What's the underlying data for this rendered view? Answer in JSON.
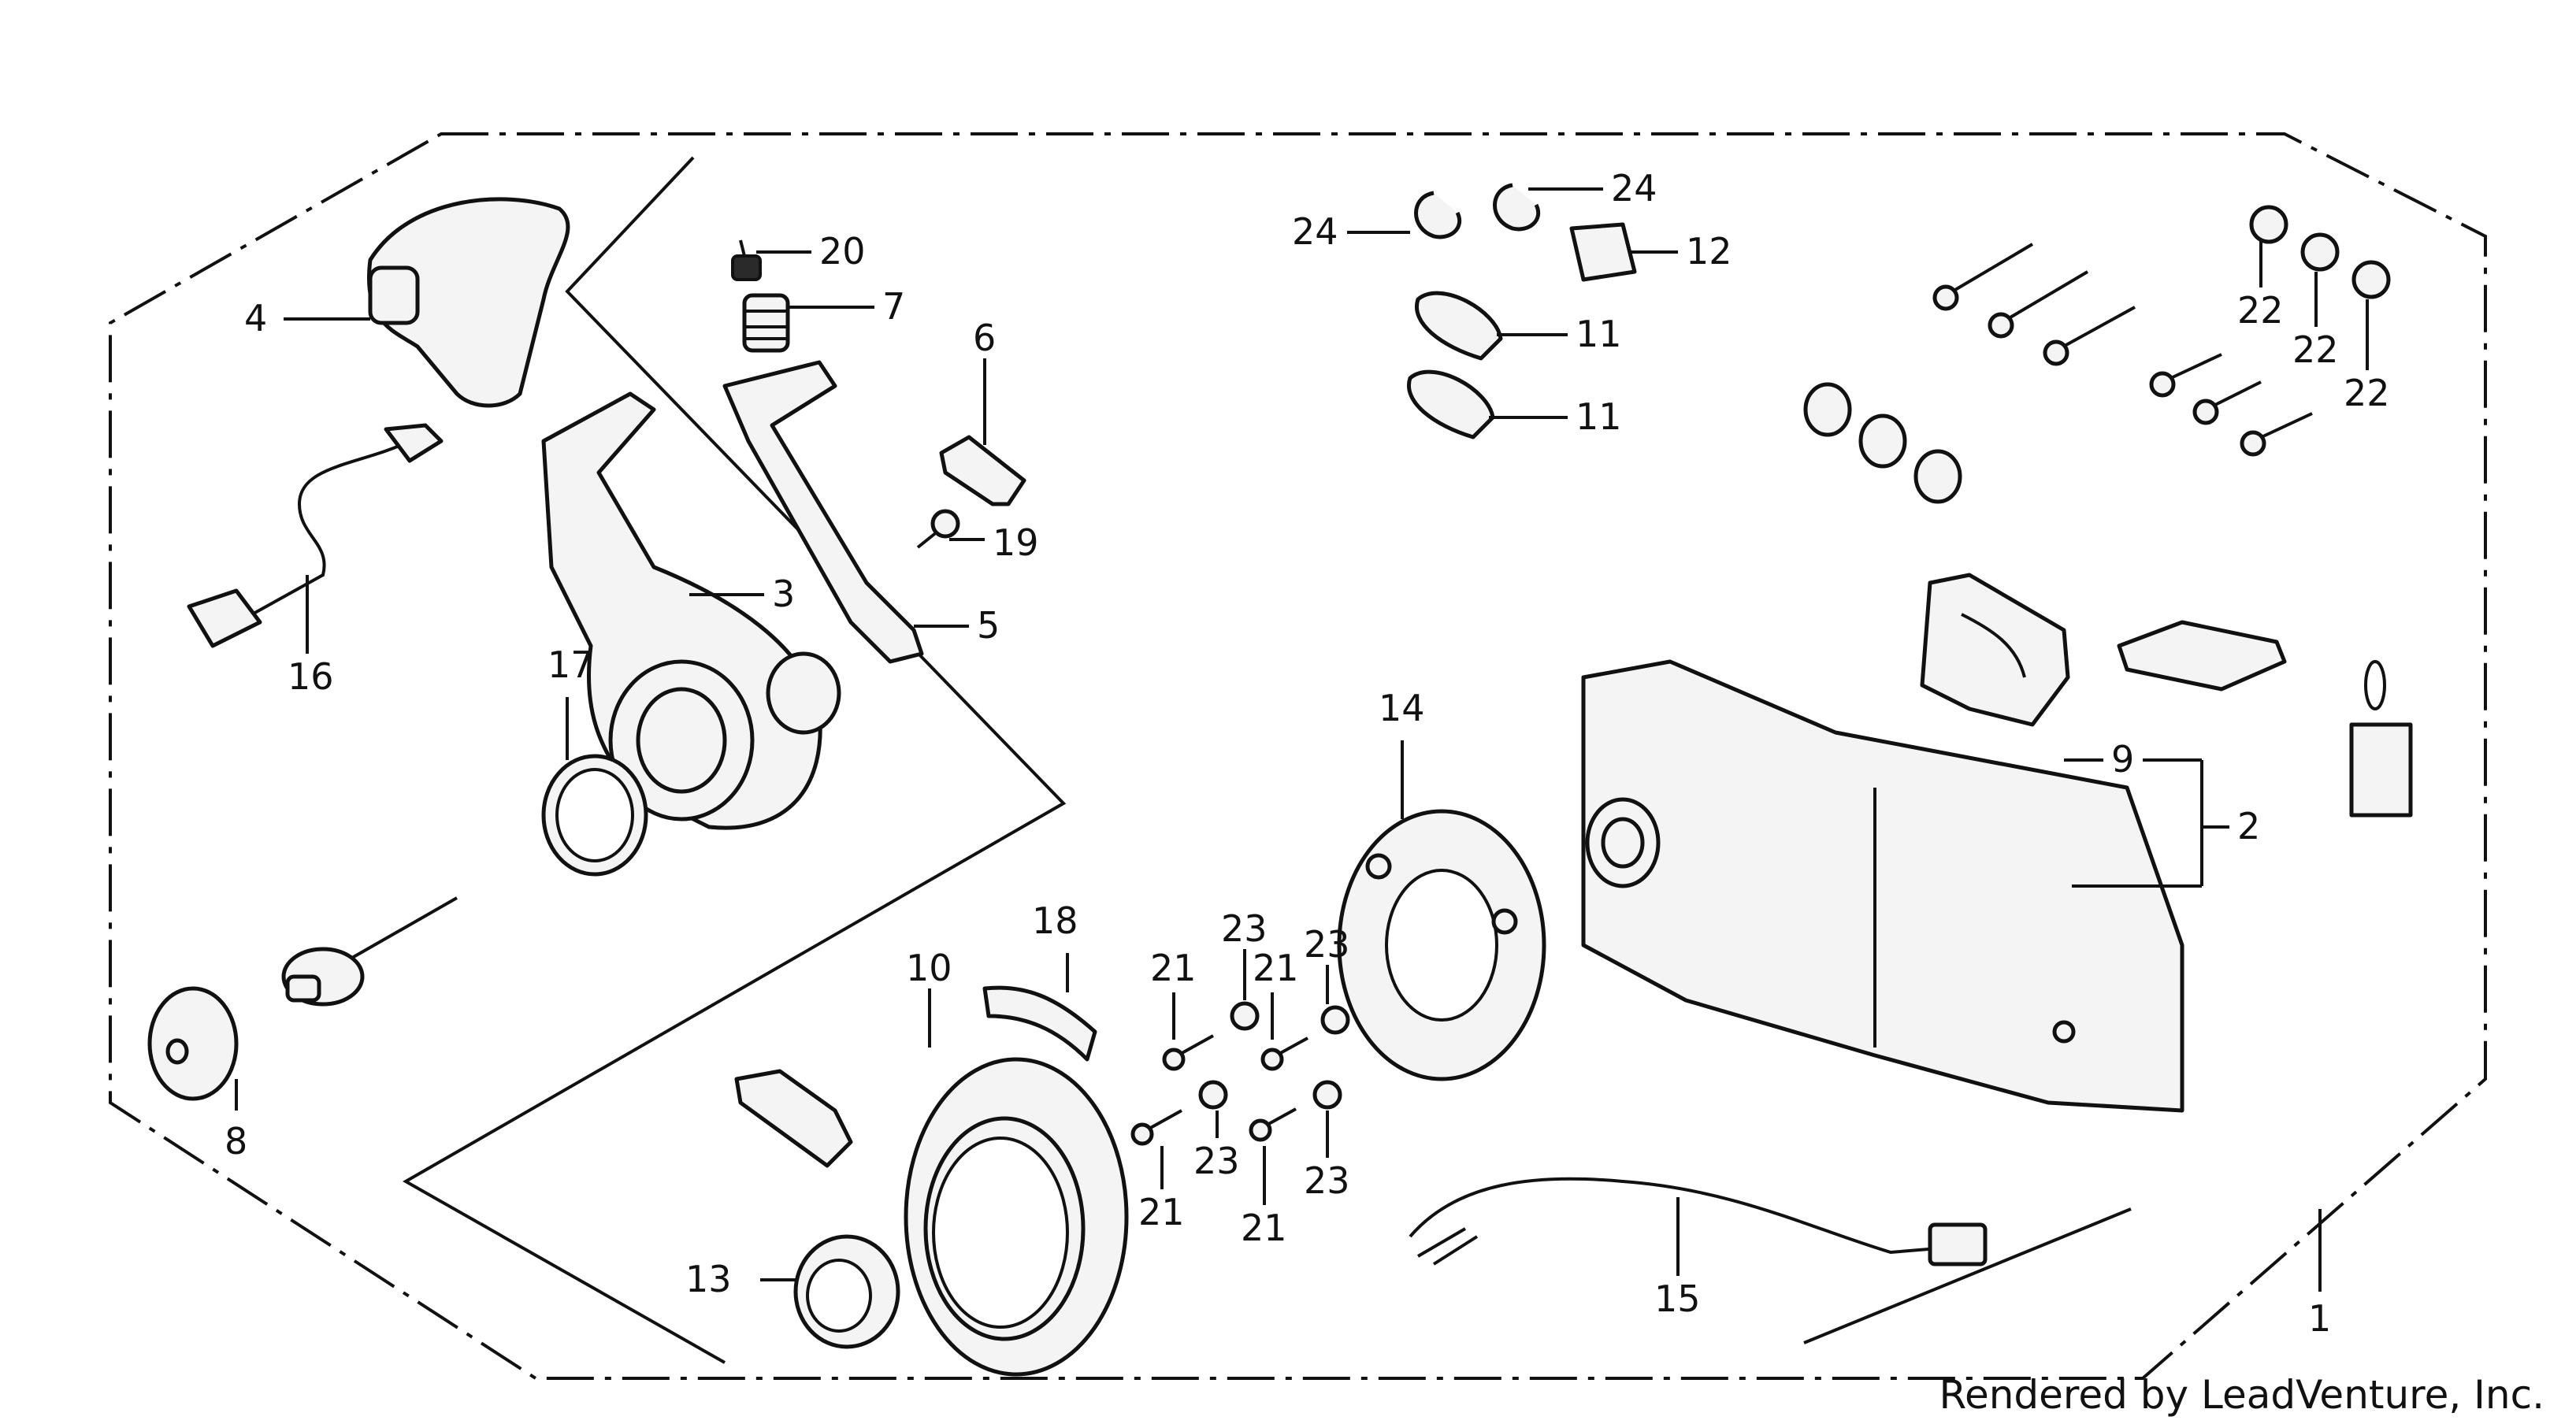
{
  "credit": "Rendered by LeadVenture, Inc.",
  "callouts": {
    "c1": "1",
    "c2": "2",
    "c3": "3",
    "c4": "4",
    "c5": "5",
    "c6": "6",
    "c7": "7",
    "c8": "8",
    "c9": "9",
    "c10": "10",
    "c11a": "11",
    "c11b": "11",
    "c12": "12",
    "c13": "13",
    "c14": "14",
    "c15": "15",
    "c16": "16",
    "c17": "17",
    "c18": "18",
    "c19": "19",
    "c20": "20",
    "c21a": "21",
    "c21b": "21",
    "c21c": "21",
    "c21d": "21",
    "c22a": "22",
    "c22b": "22",
    "c22c": "22",
    "c23a": "23",
    "c23b": "23",
    "c23c": "23",
    "c23d": "23",
    "c24a": "24",
    "c24b": "24"
  }
}
